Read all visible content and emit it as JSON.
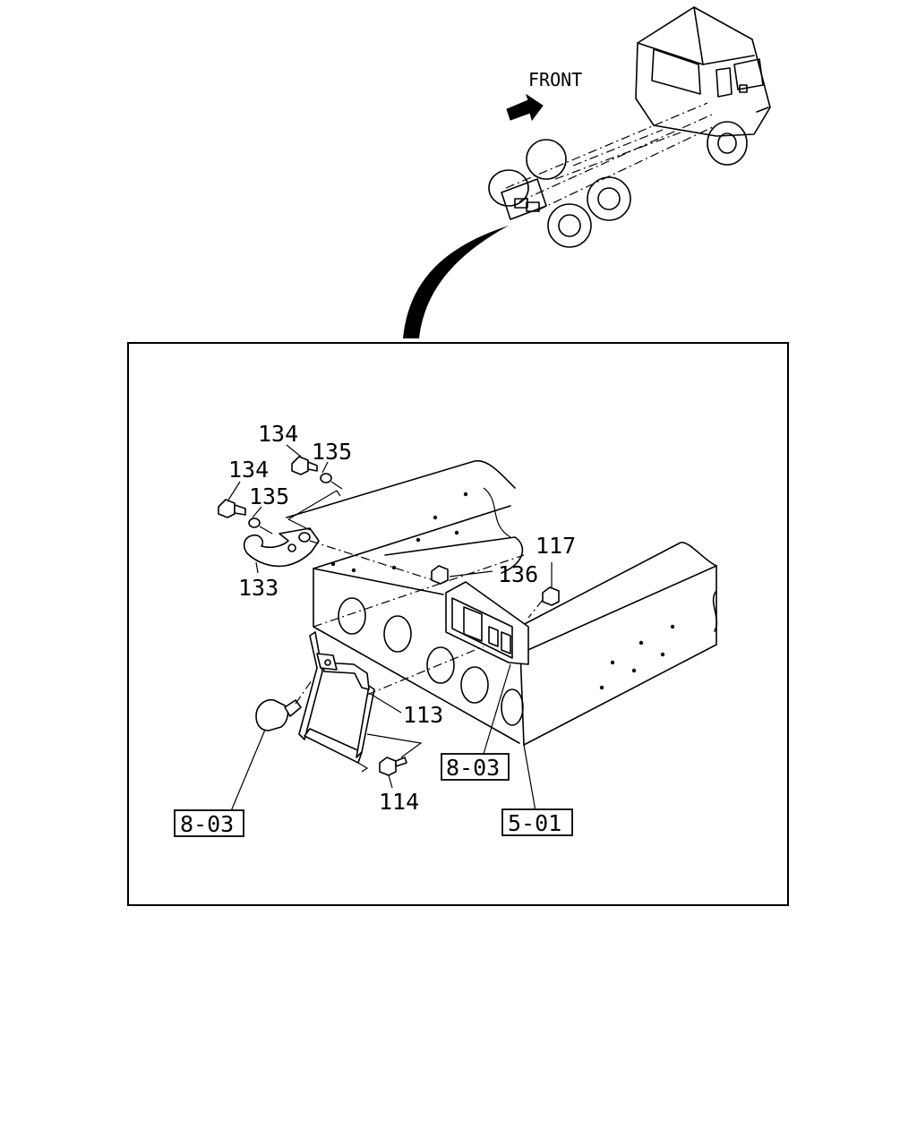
{
  "overview": {
    "direction_label": "FRONT"
  },
  "callouts": {
    "bolt_upper": "134",
    "washer_upper": "135",
    "bolt_lower": "134",
    "washer_lower": "135",
    "tow_hook": "133",
    "nut_136": "136",
    "nut_117": "117",
    "bracket": "113",
    "bolt_114": "114"
  },
  "references": {
    "lamp_left": "8-03",
    "lamp_right": "8-03",
    "frame": "5-01"
  }
}
